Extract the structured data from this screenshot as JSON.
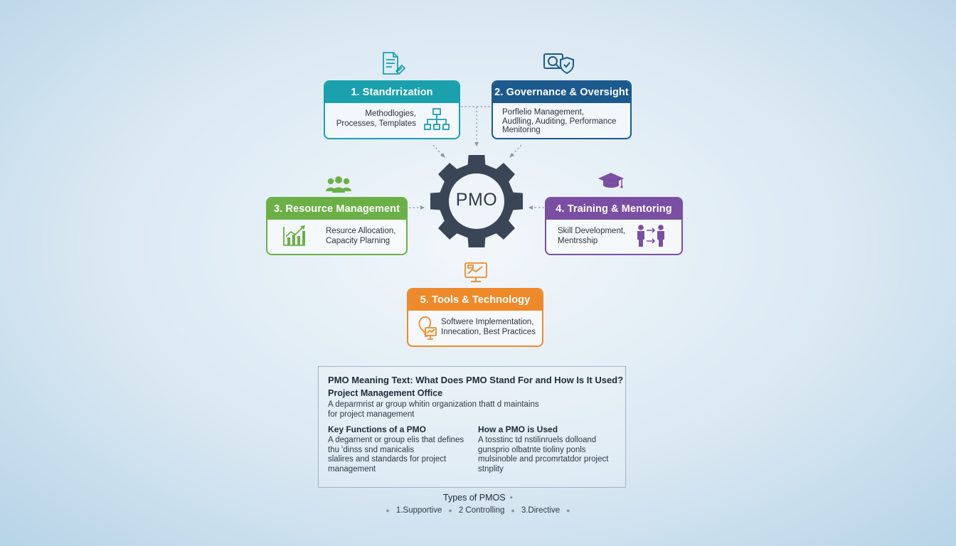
{
  "diagram": {
    "center_label": "PMO",
    "cards": [
      {
        "id": "standardization",
        "title": "1. Standrrization",
        "lines": [
          "Methodlogies,",
          "Processes, Templates"
        ],
        "color": "#1aa1ad",
        "top_icon": "document-checklist-icon",
        "inner_icon": "hierarchy-chart-icon"
      },
      {
        "id": "governance",
        "title": "2. Governance & Oversight",
        "lines": [
          "Porflelio Management,",
          "Audlling, Auditing, Performance",
          "Menitoring"
        ],
        "color": "#1c5a8e",
        "top_icon": "magnifier-shield-icon"
      },
      {
        "id": "resource",
        "title": "3. Resource Management",
        "lines": [
          "Resurce Allocation,",
          "Capacity Plarning"
        ],
        "color": "#6bb046",
        "top_icon": "team-icon",
        "inner_icon": "growth-chart-icon"
      },
      {
        "id": "training",
        "title": "4. Training & Mentoring",
        "lines": [
          "Skill Development,",
          "Mentrsship"
        ],
        "color": "#7a4fa3",
        "top_icon": "graduation-cap-icon",
        "inner_icon": "mentor-people-icon"
      },
      {
        "id": "tools",
        "title": "5. Tools & Technology",
        "lines": [
          "Softwere Implementation,",
          "Innecation, Best Practices"
        ],
        "color": "#ef8a2b",
        "top_icon": "monitor-chart-icon",
        "inner_icon": "lightbulb-screen-icon"
      }
    ]
  },
  "info": {
    "title": "PMO Meaning Text: What Does PMO Stand For and How Is It Used?",
    "subtitle": "Project Management Office",
    "desc_lines": [
      "A deparmrist ar group  whitin organization thatt d maintains",
      "for project management"
    ],
    "key_functions": {
      "heading": "Key Functions of a PMO",
      "lines": [
        "A degarnent or group elis that defines",
        "thu 'dinss snd  manicalis",
        "slalires and standards for project",
        "management"
      ]
    },
    "how_used": {
      "heading": "How a PMO is Used",
      "lines": [
        "A tosstinc td nstilinruels dolloand",
        "gunsprio olbatnte tioliny ponls",
        "mulsinoble and prcomrtatdor project",
        "stnplity"
      ]
    }
  },
  "types": {
    "title": "Types of PMOS",
    "items": [
      "1.Supportive",
      "2 Controlling",
      "3.Directive"
    ]
  }
}
